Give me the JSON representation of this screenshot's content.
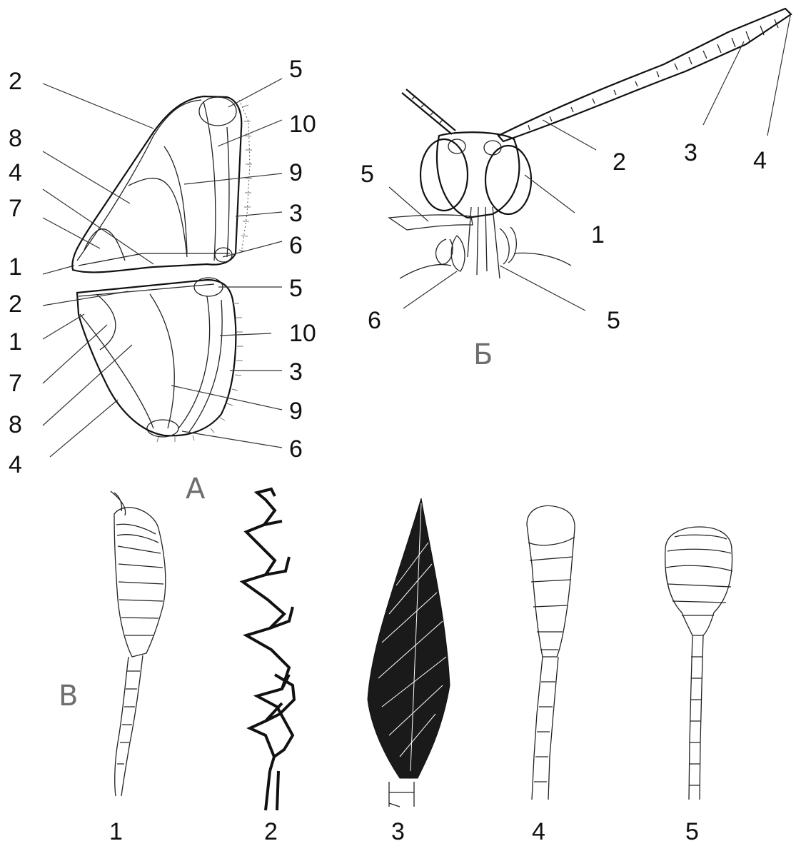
{
  "panels": {
    "a": "А",
    "b": "Б",
    "v": "В"
  },
  "wing_labels": {
    "fore_left": [
      "2",
      "8",
      "4",
      "7",
      "1"
    ],
    "fore_right": [
      "5",
      "10",
      "9",
      "3",
      "6"
    ],
    "hind_left": [
      "2",
      "1",
      "7",
      "8",
      "4"
    ],
    "hind_right": [
      "5",
      "10",
      "3",
      "9",
      "6"
    ]
  },
  "head_labels": [
    "5",
    "2",
    "3",
    "4",
    "1",
    "6",
    "5"
  ],
  "antenna_types": [
    "1",
    "2",
    "3",
    "4",
    "5"
  ]
}
